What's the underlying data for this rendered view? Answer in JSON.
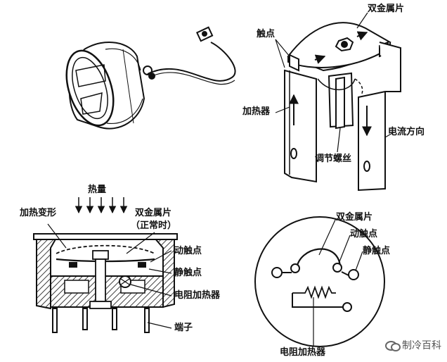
{
  "labels": {
    "bimetal_top": "双金属片",
    "contacts": "触点",
    "heater_top": "加热器",
    "current_dir": "电流方向",
    "adjust_screw": "调节螺丝",
    "heat": "热量",
    "heat_deform": "加热变形",
    "bimetal_normal_1": "双金属片",
    "bimetal_normal_2": "（正常时）",
    "moving_contact": "动触点",
    "static_contact": "静触点",
    "resistance_heater": "电阻加热器",
    "terminal": "端子",
    "bimetal_circle": "双金属片",
    "moving_contact_circle": "动触点",
    "static_contact_circle": "静触点",
    "resistance_heater_circle": "电阻加热器"
  },
  "watermark": "制冷百科"
}
